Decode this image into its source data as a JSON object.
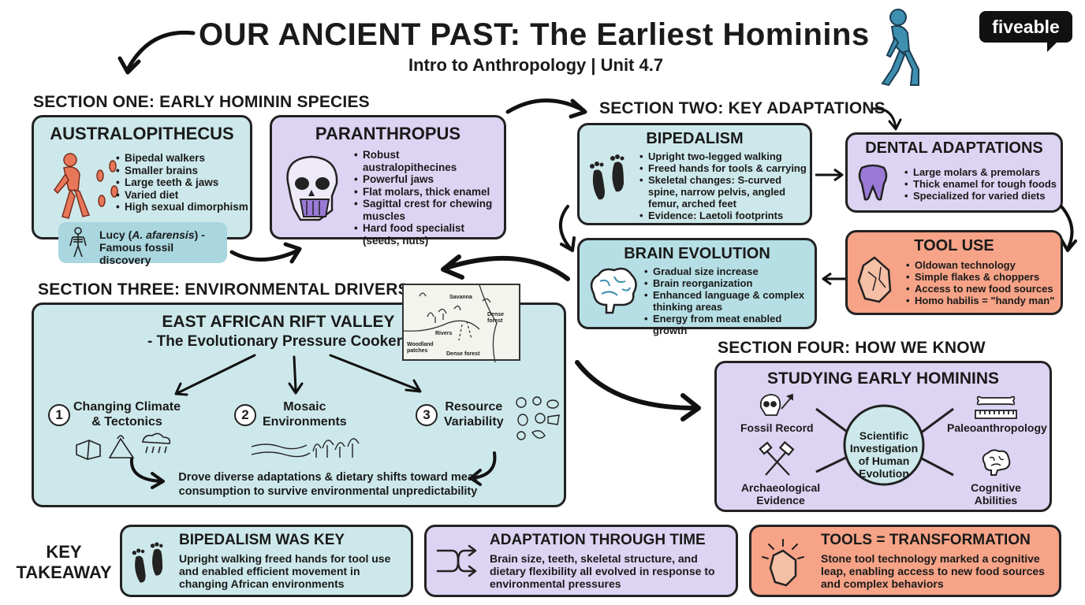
{
  "header": {
    "title": "OUR ANCIENT PAST: The Earliest Hominins",
    "subtitle": "Intro to Anthropology | Unit 4.7",
    "logo": "fiveable"
  },
  "section_one": {
    "heading": "SECTION ONE: EARLY HOMININ SPECIES",
    "australopithecus": {
      "title": "AUSTRALOPITHECUS",
      "bullets": [
        "Bipedal walkers",
        "Smaller brains",
        "Large teeth & jaws",
        "Varied diet",
        "High sexual dimorphism"
      ],
      "lucy_line1_pre": "Lucy (",
      "lucy_italic": "A. afarensis",
      "lucy_line1_post": ") -",
      "lucy_line2": "Famous fossil discovery"
    },
    "paranthropus": {
      "title": "PARANTHROPUS",
      "bullets": [
        "Robust australopithecines",
        "Powerful jaws",
        "Flat molars, thick enamel",
        "Sagittal crest for chewing muscles",
        "Hard food specialist (seeds, nuts)"
      ]
    }
  },
  "section_two": {
    "heading": "SECTION TWO: KEY ADAPTATIONS",
    "bipedalism": {
      "title": "BIPEDALISM",
      "bullets": [
        "Upright two-legged walking",
        "Freed hands for tools & carrying",
        "Skeletal changes: S-curved spine, narrow pelvis, angled femur, arched feet",
        "Evidence: Laetoli footprints"
      ]
    },
    "dental": {
      "title": "DENTAL ADAPTATIONS",
      "bullets": [
        "Large molars & premolars",
        "Thick enamel for tough foods",
        "Specialized for varied diets"
      ]
    },
    "brain": {
      "title": "BRAIN EVOLUTION",
      "bullets": [
        "Gradual size increase",
        "Brain reorganization",
        "Enhanced language & complex thinking areas",
        "Energy from meat enabled growth"
      ]
    },
    "tools": {
      "title": "TOOL USE",
      "bullets": [
        "Oldowan technology",
        "Simple flakes & choppers",
        "Access to new food sources",
        "Homo habilis = \"handy man\""
      ]
    }
  },
  "section_three": {
    "heading": "SECTION THREE: ENVIRONMENTAL DRIVERS",
    "title_line1": "EAST AFRICAN RIFT VALLEY",
    "title_line2": "- The Evolutionary Pressure Cooker",
    "map_labels": [
      "Savanna",
      "Rivers",
      "Woodland patches",
      "Dense forest",
      "Dense forest"
    ],
    "drivers": [
      {
        "num": "1",
        "line1": "Changing Climate",
        "line2": "& Tectonics"
      },
      {
        "num": "2",
        "line1": "Mosaic",
        "line2": "Environments"
      },
      {
        "num": "3",
        "line1": "Resource",
        "line2": "Variability"
      }
    ],
    "conclusion_line1": "Drove diverse adaptations & dietary shifts toward meat",
    "conclusion_line2": "consumption to survive environmental unpredictability"
  },
  "section_four": {
    "heading": "SECTION FOUR: HOW WE KNOW",
    "title": "STUDYING EARLY HOMININS",
    "hub": [
      "Scientific",
      "Investigation",
      "of Human",
      "Evolution"
    ],
    "nodes": {
      "fossil": "Fossil Record",
      "paleo": "Paleoanthropology",
      "arch_line1": "Archaeological",
      "arch_line2": "Evidence",
      "cog_line1": "Cognitive",
      "cog_line2": "Abilities"
    }
  },
  "takeaway": {
    "label_line1": "KEY",
    "label_line2": "TAKEAWAY",
    "cards": [
      {
        "title": "BIPEDALISM WAS KEY",
        "lines": [
          "Upright walking freed hands for tool use",
          "and enabled efficient movement in",
          "changing African environments"
        ]
      },
      {
        "title": "ADAPTATION THROUGH TIME",
        "lines": [
          "Brain size, teeth, skeletal structure, and",
          "dietary flexibility all evolved in response to",
          "environmental pressures"
        ]
      },
      {
        "title": "TOOLS = TRANSFORMATION",
        "lines": [
          "Stone tool technology marked a cognitive",
          "leap, enabling access to new food sources",
          "and complex behaviors"
        ]
      }
    ]
  },
  "colors": {
    "teal": "#cde8ea",
    "purple": "#ddd4f3",
    "orange": "#f6a387",
    "hominin_blue": "#3e8fb0",
    "figure_orange": "#e8775a",
    "skull_purple": "#9a7ad6"
  }
}
